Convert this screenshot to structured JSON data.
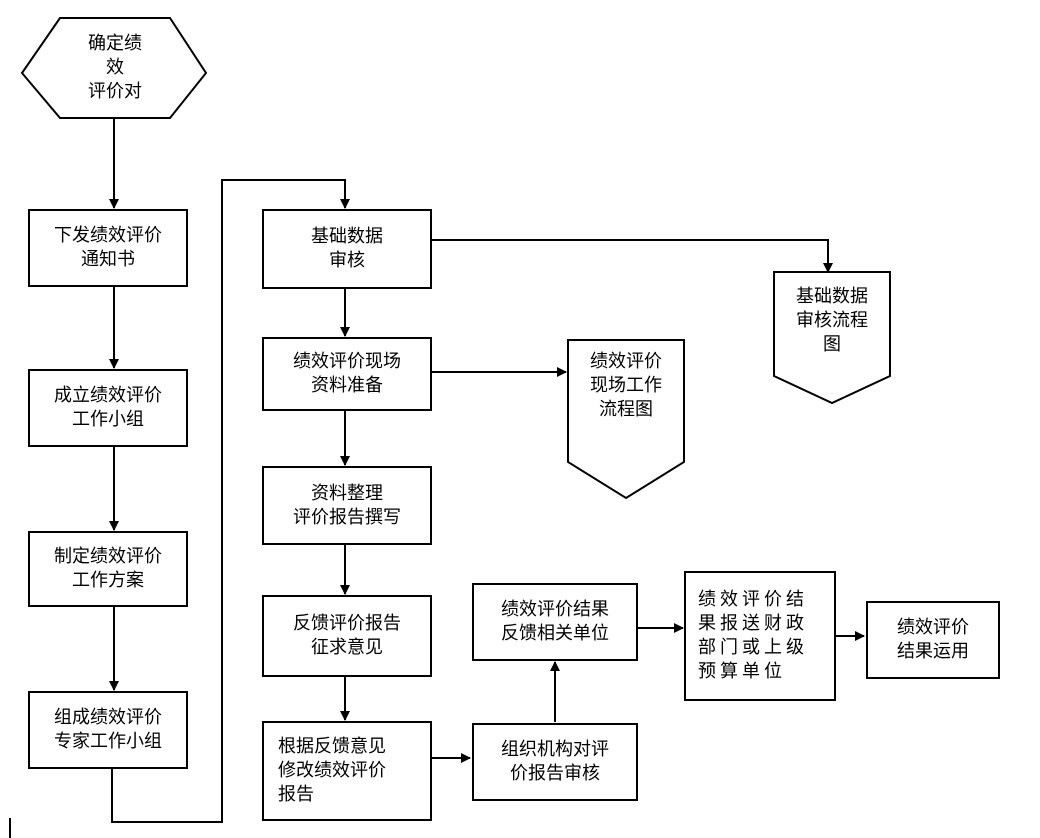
{
  "nodes": {
    "start": "确定绩\n效\n评价对",
    "issue_notice": "下发绩效评价\n通知书",
    "establish_group": "成立绩效评价\n工作小组",
    "draft_plan": "制定绩效评价\n工作方案",
    "form_expert_group": "组成绩效评价\n专家工作小组",
    "basic_data_review": "基础数据\n审核",
    "onsite_prep": "绩效评价现场\n资料准备",
    "organize_write": "资料整理\n评价报告撰写",
    "feedback_opinion": "反馈评价报告\n征求意见",
    "revise_report": "根据反馈意见\n修改绩效评价\n报告",
    "org_review": "组织机构对评\n价报告审核",
    "result_feedback": "绩效评价结果\n反馈相关单位",
    "report_finance": "绩效评价结\n果报送财政\n部门或上级\n预算单位",
    "result_use": "绩效评价\n结果运用",
    "basic_data_flowchart": "基础数据\n审核流程\n图",
    "onsite_flowchart": "绩效评价\n现场工作\n流程图"
  }
}
